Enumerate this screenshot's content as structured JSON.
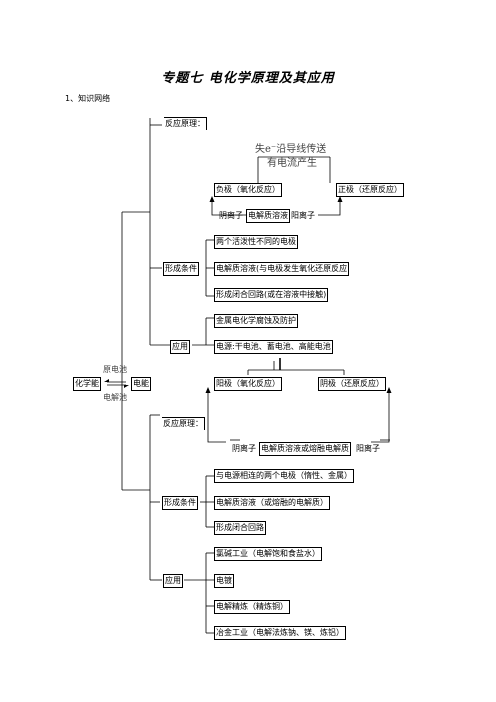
{
  "title": "专题七  电化学原理及其应用",
  "section_heading": "1、知识网络",
  "center": {
    "left_label": "化学能",
    "right_label": "电能",
    "arrow_top": "原电池",
    "arrow_bottom": "电解池"
  },
  "galvanic": {
    "principle_label": "反应原理：",
    "electron_flow": "失e⁻沿导线传送",
    "current_produced": "有电流产生",
    "negative": "负极（氧化反应）",
    "positive": "正极（还原反应）",
    "anion": "阴离子",
    "electrolyte": "电解质溶液",
    "cation": "阳离子",
    "conditions_label": "形成条件",
    "conditions": [
      "两个活泼性不同的电极",
      "电解质溶液(与电极发生氧化还原反应",
      "形成闭合回路(或在溶液中接触)"
    ],
    "application_label": "应用",
    "applications": [
      "金属电化学腐蚀及防护",
      "电源:干电池、蓄电池、高能电池"
    ]
  },
  "electrolytic": {
    "anode": "阳极（氧化反应）",
    "cathode": "阴极（还原反应）",
    "principle_label": "反应原理：",
    "anion": "阴离子",
    "electrolyte": "电解质溶液或熔融电解质",
    "cation": "阳离子",
    "conditions_label": "形成条件",
    "conditions": [
      "与电源相连的两个电极（惰性、金属）",
      "电解质溶液（或熔融的电解质）",
      "形成闭合回路"
    ],
    "application_label": "应用",
    "applications": [
      "氯碱工业（电解饱和食盐水）",
      "电镀",
      "电解精炼（精炼铜）",
      "冶金工业（电解法炼钠、镁、炼铝）"
    ]
  }
}
